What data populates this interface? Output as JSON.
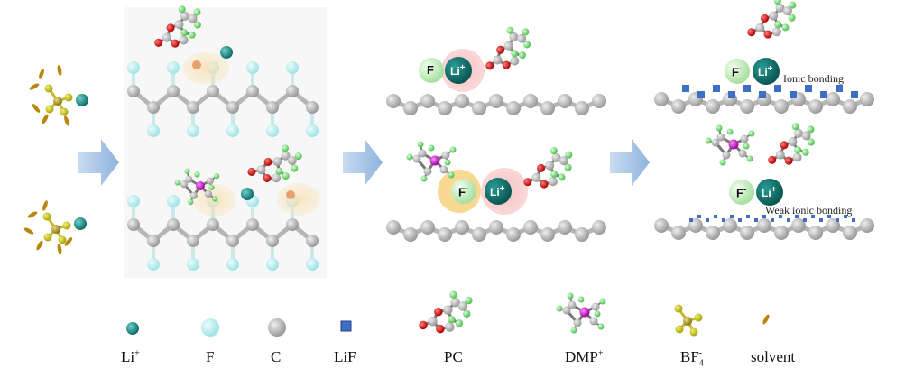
{
  "annotations": {
    "ionic": "Ionic bonding",
    "weak_ionic": "Weak ionic bonding"
  },
  "ion_labels": {
    "f": "F",
    "f_minus": "F",
    "li": "Li",
    "plus": "+",
    "minus": "-"
  },
  "legend": {
    "li": {
      "base": "Li",
      "sup": "+"
    },
    "f": {
      "base": "F"
    },
    "c": {
      "base": "C"
    },
    "lif": {
      "base": "LiF"
    },
    "pc": {
      "base": "PC"
    },
    "dmp": {
      "base": "DMP",
      "sup": "+"
    },
    "bf4": {
      "base": "BF",
      "sub": "4",
      "sup": "-"
    },
    "solvent": {
      "base": "solvent"
    }
  },
  "colors": {
    "li": "#1a8f8a",
    "f_ball": "#bdeef0",
    "c_ball": "#c8c8c8",
    "lif": "#3f6fc4",
    "oxygen": "#d42020",
    "methyl_h": "#7fd27f",
    "phosphorus": "#d01fd0",
    "boron": "#b89a1a",
    "solvent": "#b8860b",
    "arrow": "#a9c6e8"
  }
}
